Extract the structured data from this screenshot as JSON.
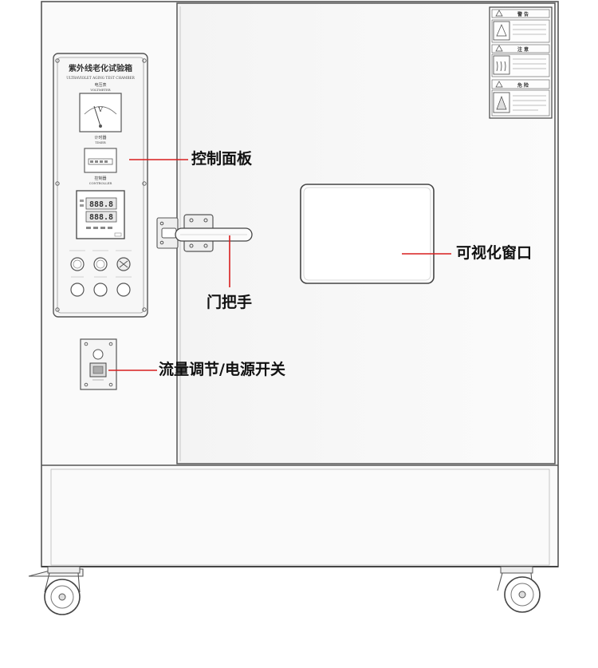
{
  "panel": {
    "title": "紫外线老化试验箱",
    "subtitle": "ULTRAVIOLET AGING TEST CHAMBER",
    "voltmeter_cn": "电压表",
    "voltmeter_en": "VOLTMETER",
    "meter_letter": "V",
    "timer_cn": "计时器",
    "timer_en": "TIMER",
    "controller_cn": "控制器",
    "controller_en": "CONTROLLER",
    "controller_display_top": "888.8",
    "controller_display_bottom": "888.8"
  },
  "warnings": {
    "caution_title": "警 告",
    "notice_title": "注 意",
    "danger_title": "危 险"
  },
  "callouts": {
    "control_panel": "控制面板",
    "door_handle": "门把手",
    "view_window": "可视化窗口",
    "flow_switch": "流量调节/电源开关"
  },
  "colors": {
    "leader_line": "#d81e1e",
    "outline": "#555555"
  }
}
